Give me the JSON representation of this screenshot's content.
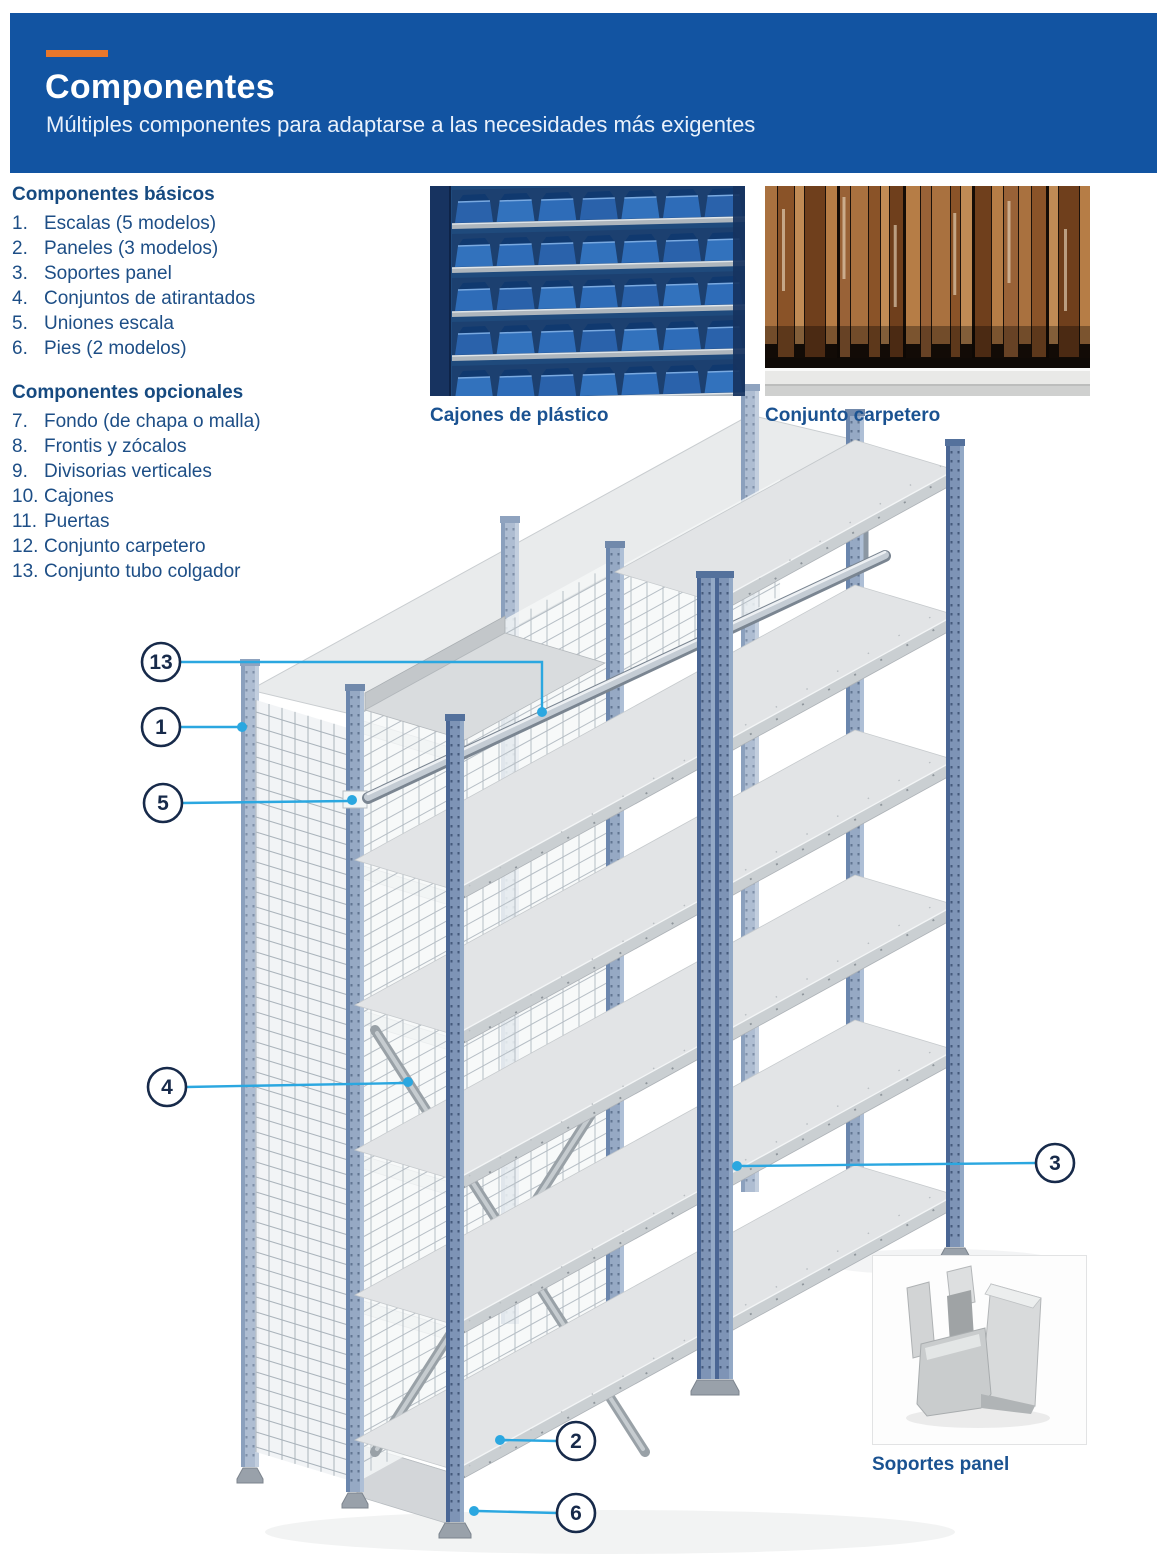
{
  "header": {
    "title": "Componentes",
    "subtitle": "Múltiples componentes para adaptarse a las necesidades más exigentes"
  },
  "lists": {
    "basic": {
      "title": "Componentes básicos",
      "items": [
        {
          "num": "1.",
          "label": "Escalas (5 modelos)"
        },
        {
          "num": "2.",
          "label": "Paneles (3 modelos)"
        },
        {
          "num": "3.",
          "label": "Soportes panel"
        },
        {
          "num": "4.",
          "label": "Conjuntos de atirantados"
        },
        {
          "num": "5.",
          "label": "Uniones escala"
        },
        {
          "num": "6.",
          "label": "Pies (2 modelos)"
        }
      ]
    },
    "optional": {
      "title": "Componentes opcionales",
      "items": [
        {
          "num": "7.",
          "label": "Fondo (de chapa o malla)"
        },
        {
          "num": "8.",
          "label": "Frontis y zócalos"
        },
        {
          "num": "9.",
          "label": "Divisorias verticales"
        },
        {
          "num": "10.",
          "label": "Cajones"
        },
        {
          "num": "11.",
          "label": "Puertas"
        },
        {
          "num": "12.",
          "label": "Conjunto carpetero"
        },
        {
          "num": "13.",
          "label": "Conjunto tubo colgador"
        }
      ]
    }
  },
  "photos": {
    "cajones": {
      "caption": "Cajones de plástico"
    },
    "carpetero": {
      "caption": "Conjunto carpetero"
    },
    "soportes": {
      "caption": "Soportes panel"
    }
  },
  "diagram": {
    "callouts": [
      {
        "n": "13"
      },
      {
        "n": "1"
      },
      {
        "n": "5"
      },
      {
        "n": "4"
      },
      {
        "n": "3"
      },
      {
        "n": "2"
      },
      {
        "n": "6"
      }
    ]
  },
  "colors": {
    "header_bg": "#1254a2",
    "accent_orange": "#e8772b",
    "text_blue": "#1d4e86",
    "caption_blue": "#1a5291",
    "leader_blue": "#2ba7e0",
    "callout_navy": "#172a4a",
    "upright_blue": "#7e94b6",
    "shelf_grey": "#e2e4e6"
  }
}
